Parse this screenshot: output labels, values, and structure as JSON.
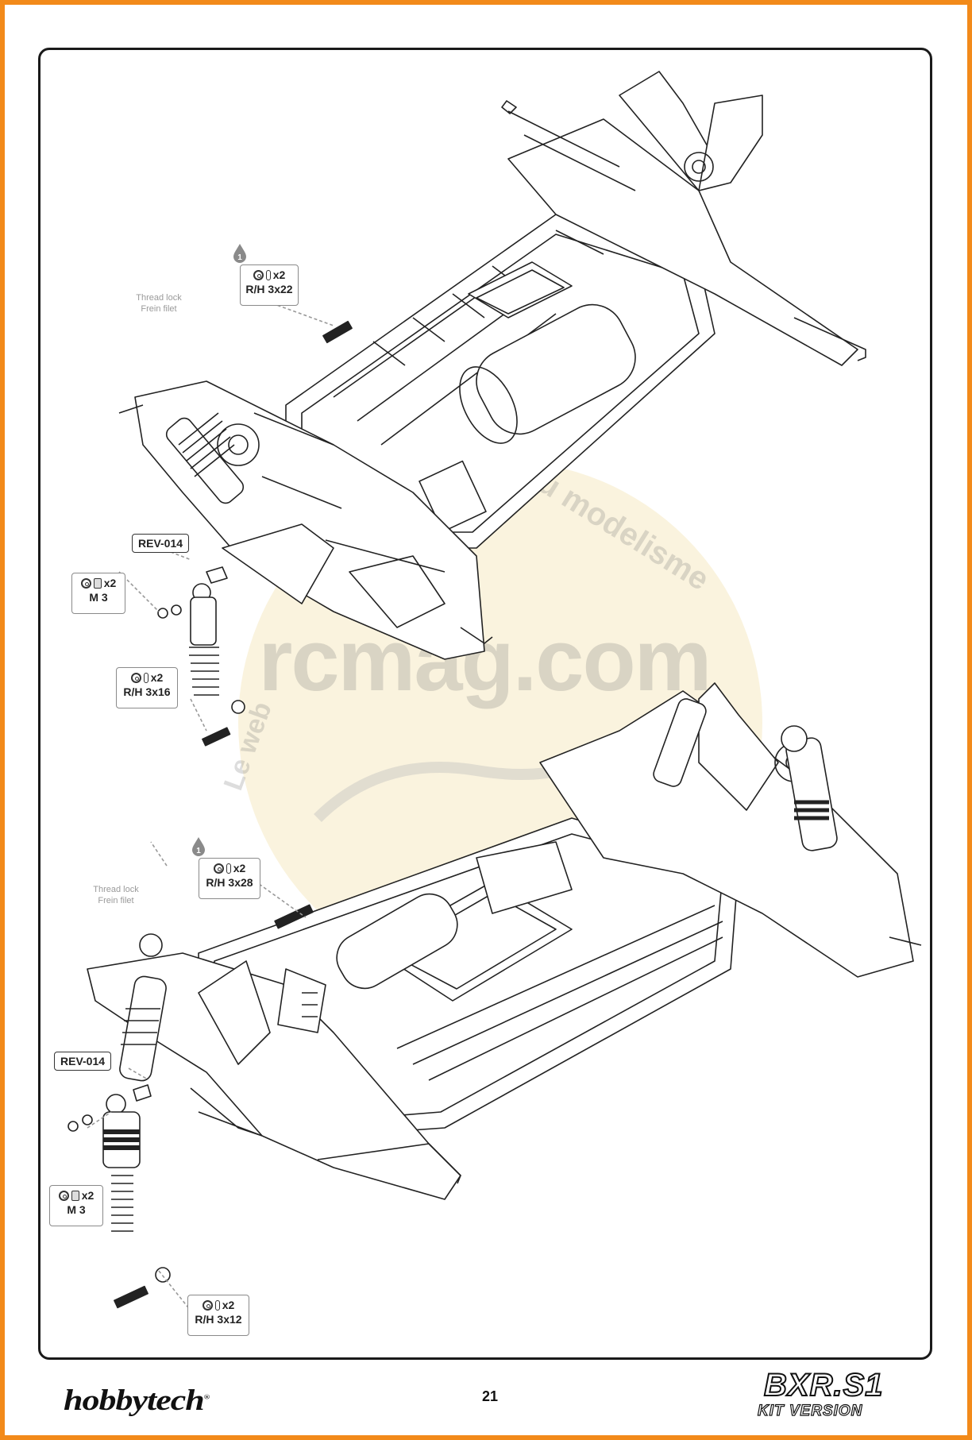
{
  "callouts": {
    "top_screw": {
      "qty": "x2",
      "spec": "R/H 3x22"
    },
    "top_nut": {
      "qty": "x2",
      "spec": "M 3"
    },
    "top_shock_screw": {
      "qty": "x2",
      "spec": "R/H 3x16"
    },
    "bottom_screw": {
      "qty": "x2",
      "spec": "R/H 3x28"
    },
    "bottom_nut": {
      "qty": "x2",
      "spec": "M 3"
    },
    "bottom_shock_screw": {
      "qty": "x2",
      "spec": "R/H 3x12"
    }
  },
  "part_labels": {
    "top_rev": "REV-014",
    "bottom_rev": "REV-014"
  },
  "thread_lock": {
    "line1": "Thread lock",
    "line2": "Frein filet",
    "step": "1"
  },
  "watermark": {
    "site": "rcmag.com",
    "arc_left": "Le web",
    "arc_right": "du modelisme"
  },
  "footer": {
    "page_number": "21",
    "brand_left": "hobbytech",
    "brand_right": "BXR.S1",
    "brand_right_sub": "KIT VERSION"
  },
  "colors": {
    "border": "#f28a1a",
    "frame": "#1a1a1a",
    "watermark": "#f3e3b0"
  }
}
